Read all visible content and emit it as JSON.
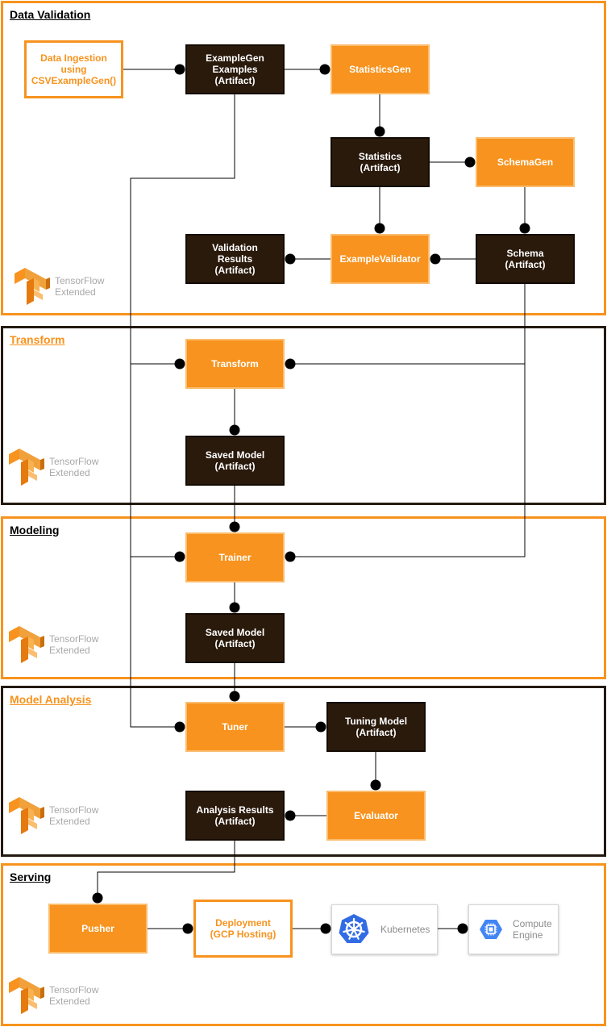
{
  "sections": {
    "data_validation": "Data Validation",
    "transform": "Transform",
    "modeling": "Modeling",
    "model_analysis": "Model Analysis",
    "serving": "Serving"
  },
  "branding": {
    "tfx_line1": "TensorFlow",
    "tfx_line2": "Extended"
  },
  "nodes": {
    "data_ingestion": {
      "l1": "Data Ingestion",
      "l2": "using",
      "l3": "CSVExampleGen()"
    },
    "examplegen": {
      "l1": "ExampleGen",
      "l2": "Examples",
      "l3": "(Artifact)"
    },
    "statisticsgen": "StatisticsGen",
    "statistics": {
      "l1": "Statistics",
      "l2": "(Artifact)"
    },
    "schemagen": "SchemaGen",
    "validation_results": {
      "l1": "Validation",
      "l2": "Results",
      "l3": "(Artifact)"
    },
    "examplevalidator": "ExampleValidator",
    "schema": {
      "l1": "Schema",
      "l2": "(Artifact)"
    },
    "transform": "Transform",
    "saved_model_1": {
      "l1": "Saved Model",
      "l2": "(Artifact)"
    },
    "trainer": "Trainer",
    "saved_model_2": {
      "l1": "Saved Model",
      "l2": "(Artifact)"
    },
    "tuner": "Tuner",
    "tuning_model": {
      "l1": "Tuning Model",
      "l2": "(Artifact)"
    },
    "analysis_results": {
      "l1": "Analysis Results",
      "l2": "(Artifact)"
    },
    "evaluator": "Evaluator",
    "pusher": "Pusher",
    "deployment": {
      "l1": "Deployment",
      "l2": "(GCP Hosting)"
    },
    "kubernetes": "Kubernetes",
    "compute_engine": {
      "l1": "Compute",
      "l2": "Engine"
    }
  },
  "colors": {
    "accent_orange": "#f7931e",
    "dark_node": "#2a1a0c",
    "kubernetes_blue": "#326ce5",
    "gce_blue": "#4285f4"
  }
}
